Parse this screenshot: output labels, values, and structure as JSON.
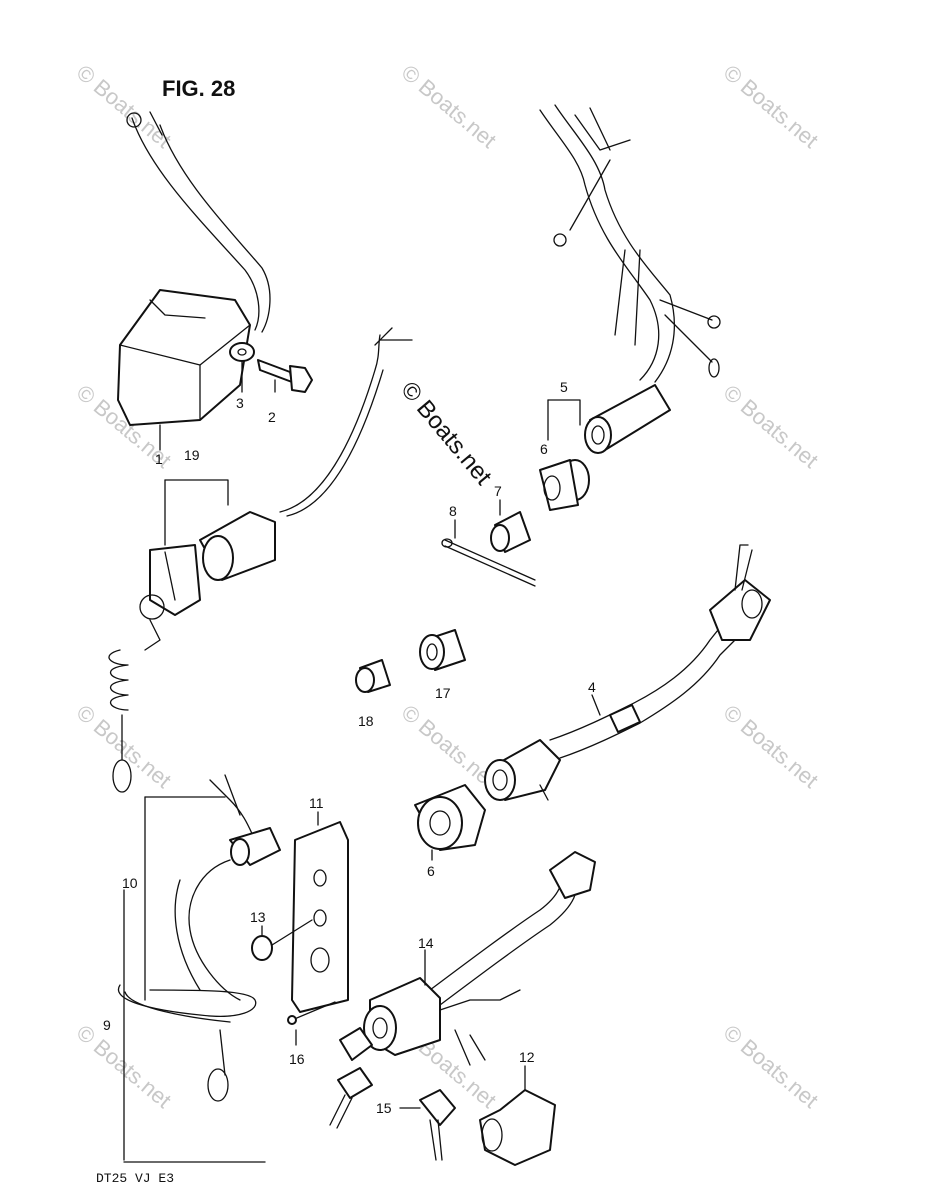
{
  "figure": {
    "title": "FIG. 28",
    "model_code": "DT25 VJ E3"
  },
  "watermark": {
    "text": "© Boats.net",
    "color": "#c8c8c8"
  },
  "callouts": {
    "c1": "1",
    "c2": "2",
    "c3": "3",
    "c4": "4",
    "c5": "5",
    "c6a": "6",
    "c6b": "6",
    "c7": "7",
    "c8": "8",
    "c9": "9",
    "c10": "10",
    "c11": "11",
    "c12": "12",
    "c13": "13",
    "c14": "14",
    "c15": "15",
    "c16": "16",
    "c17": "17",
    "c18": "18",
    "c19": "19"
  }
}
